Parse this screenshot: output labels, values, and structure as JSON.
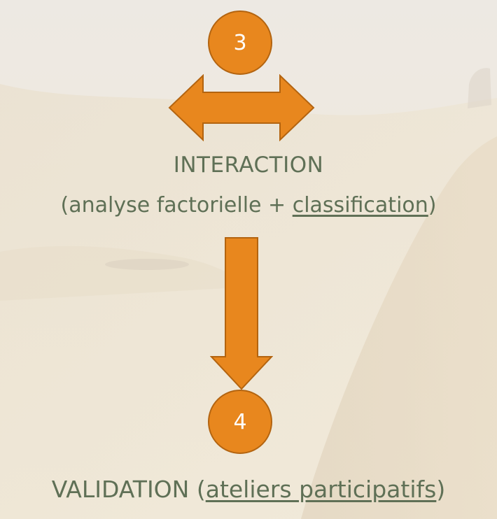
{
  "steps": [
    {
      "number": "3"
    },
    {
      "number": "4"
    }
  ],
  "interaction": {
    "title": "INTERACTION",
    "detail_prefix": "(analyse factorielle + ",
    "detail_link": "classification",
    "detail_suffix": ")"
  },
  "validation": {
    "prefix": "VALIDATION (",
    "link": "ateliers participatifs",
    "suffix": ")"
  },
  "colors": {
    "accent": "#E8871E",
    "accent_border": "#B36410",
    "text": "#5F7056",
    "background": "#EFE9DC"
  },
  "icons": {
    "double_arrow": "left-right-arrow-icon",
    "down_arrow": "down-arrow-icon"
  }
}
